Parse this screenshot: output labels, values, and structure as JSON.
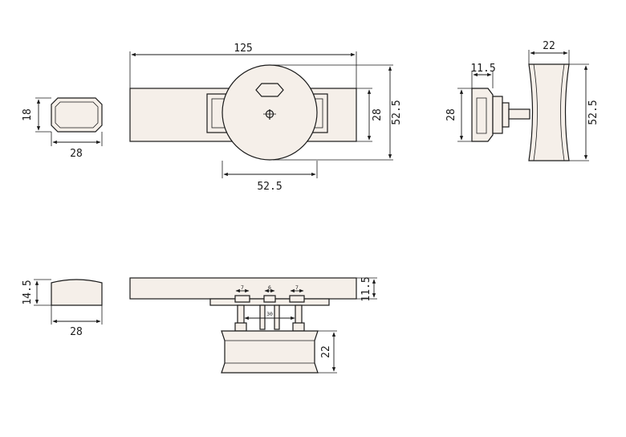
{
  "dimensions": {
    "end_w": "28",
    "end_h": "18",
    "bar_len": "125",
    "knob_dia": "52.5",
    "plate_h": "28",
    "total_h": "52.5",
    "side_depth": "11.5",
    "side_h": "28",
    "knob_thick": "22",
    "side_total_h": "52.5",
    "bottom_end_h": "14.5",
    "bottom_end_w": "28",
    "bar_thick": "11.5",
    "knob_depth": "22",
    "pin_a": "7",
    "pin_b": "6",
    "pin_c": "7",
    "spacing": "30"
  },
  "colors": {
    "line": "#1a1a1a",
    "fill": "#f5efe9",
    "background": "#ffffff"
  }
}
